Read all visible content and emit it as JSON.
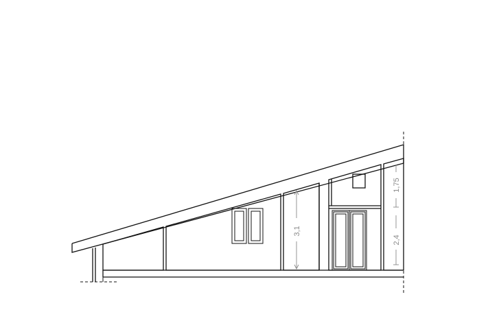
{
  "drawing": {
    "dimensions": {
      "room_height": "3,1",
      "upper_height": "1,75",
      "lower_height": "2,4"
    }
  }
}
